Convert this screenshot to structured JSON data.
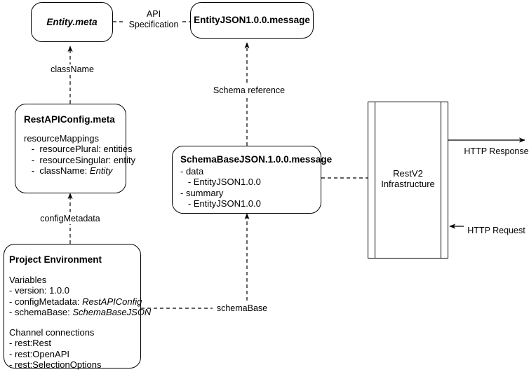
{
  "diagram": {
    "title": "RestV2 API configuration and schema mapping diagram",
    "background_color": "#ffffff",
    "stroke_color": "#000000"
  },
  "nodes": {
    "entity_meta": {
      "label": "Entity.meta"
    },
    "entity_json_message": {
      "label": "EntityJSON1.0.0.message"
    },
    "rest_api_config": {
      "title": "RestAPIConfig.meta",
      "lines": [
        "resourceMappings",
        "   -  resourcePlural: entities",
        "   -  resourceSingular: entity",
        "   -  className: "
      ],
      "class_name_value": "Entity"
    },
    "schema_base_json": {
      "title": "SchemaBaseJSON.1.0.0.message",
      "lines": [
        "- data",
        "   - EntityJSON1.0.0",
        "- summary",
        "   - EntityJSON1.0.0"
      ]
    },
    "project_environment": {
      "title": "Project Environment",
      "variables_heading": "Variables",
      "variables": [
        {
          "text": "- version: 1.0.0",
          "italic_value": ""
        },
        {
          "text": "- configMetadata: ",
          "italic_value": "RestAPIConfig"
        },
        {
          "text": "- schemaBase: ",
          "italic_value": "SchemaBaseJSON"
        }
      ],
      "channels_heading": "Channel connections",
      "channels": [
        "- rest:Rest",
        "- rest:OpenAPI",
        "- rest:SelectionOptions"
      ]
    },
    "rest_v2_infrastructure": {
      "line1": "RestV2",
      "line2": "Infrastructure"
    }
  },
  "edges": {
    "api_specification": {
      "label": "API\nSpecification"
    },
    "class_name": {
      "label": "className"
    },
    "schema_reference": {
      "label": "Schema reference"
    },
    "config_metadata": {
      "label": "configMetadata"
    },
    "schema_base": {
      "label": "schemaBase"
    },
    "http_response": {
      "label": "HTTP Response"
    },
    "http_request": {
      "label": "HTTP Request"
    }
  }
}
